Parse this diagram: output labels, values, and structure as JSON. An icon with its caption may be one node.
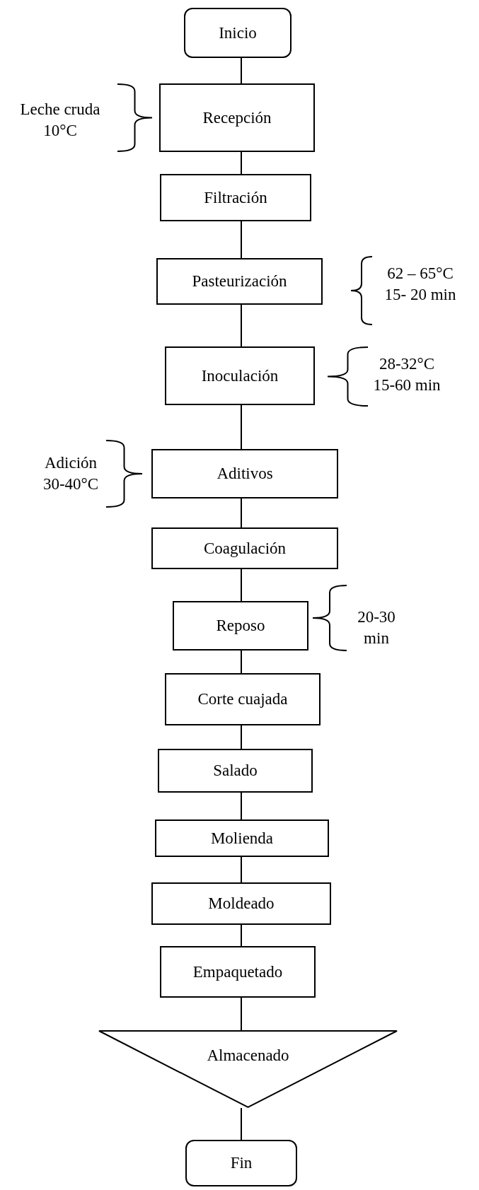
{
  "diagram": {
    "nodes": [
      {
        "text": [
          "Inicio"
        ]
      },
      {
        "text": [
          "Recepción"
        ],
        "beside": [
          "Leche cruda 10°C"
        ]
      },
      {
        "text": [
          "Filtración"
        ]
      },
      {
        "text": [
          "Pasteurización"
        ],
        "beside": [
          "62 – 65°C 15- 20 min"
        ]
      },
      {
        "text": [
          "Inoculación"
        ],
        "beside": [
          "28-32°C 15-60 min"
        ]
      },
      {
        "text": [
          "Aditivos"
        ],
        "beside": [
          "Adición 30-40°C"
        ]
      },
      {
        "text": [
          "Coagulación"
        ]
      },
      {
        "text": [
          "Reposo"
        ],
        "beside": [
          "20-30 min"
        ]
      },
      {
        "text": [
          "Corte cuajada"
        ]
      },
      {
        "text": [
          "Salado"
        ]
      },
      {
        "text": [
          "Molienda"
        ]
      },
      {
        "text": [
          "Moldeado"
        ]
      },
      {
        "text": [
          "Empaquetado"
        ]
      },
      {
        "text": [
          "Almacenado"
        ]
      },
      {
        "text": [
          "Fin"
        ]
      }
    ],
    "edges": [
      {
        "from": 0,
        "to": 1,
        "arrow": "none"
      },
      {
        "from": 1,
        "to": 2,
        "arrow": "none"
      },
      {
        "from": 2,
        "to": 3,
        "arrow": "none"
      },
      {
        "from": 3,
        "to": 4,
        "arrow": "none"
      },
      {
        "from": 4,
        "to": 5,
        "arrow": "none"
      },
      {
        "from": 5,
        "to": 6,
        "arrow": "none"
      },
      {
        "from": 6,
        "to": 7,
        "arrow": "none"
      },
      {
        "from": 7,
        "to": 8,
        "arrow": "none"
      },
      {
        "from": 8,
        "to": 9,
        "arrow": "none"
      },
      {
        "from": 9,
        "to": 10,
        "arrow": "none"
      },
      {
        "from": 10,
        "to": 11,
        "arrow": "none"
      },
      {
        "from": 11,
        "to": 12,
        "arrow": "none"
      },
      {
        "from": 12,
        "to": 13,
        "arrow": "none"
      },
      {
        "from": 13,
        "to": 14,
        "arrow": "none"
      }
    ]
  }
}
